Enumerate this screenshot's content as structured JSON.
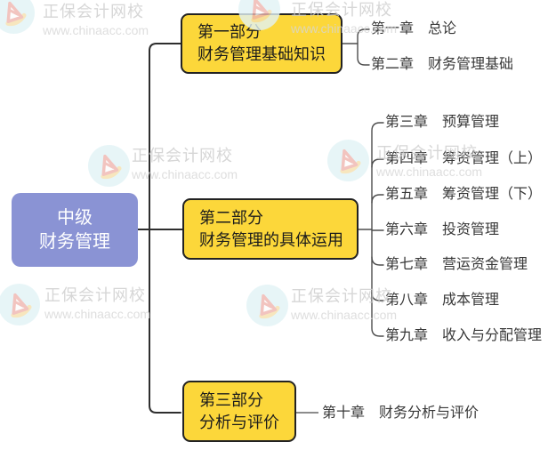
{
  "watermark": {
    "brand": "正保会计网校",
    "url": "www.chinaacc.com",
    "logo_icon": "chinaacc-logo",
    "count": 6
  },
  "root": {
    "line1": "中级",
    "line2": "财务管理"
  },
  "parts": [
    {
      "line1": "第一部分",
      "line2": "财务管理基础知识",
      "chapters": [
        "第一章　总论",
        "第二章　财务管理基础"
      ]
    },
    {
      "line1": "第二部分",
      "line2": "财务管理的具体运用",
      "chapters": [
        "第三章　预算管理",
        "第四章　筹资管理（上）",
        "第五章　筹资管理（下）",
        "第六章　投资管理",
        "第七章　营运资金管理",
        "第八章　成本管理",
        "第九章　收入与分配管理"
      ]
    },
    {
      "line1": "第三部分",
      "line2": "分析与评价",
      "chapters": [
        "第十章　财务分析与评价"
      ]
    }
  ],
  "colors": {
    "root_fill": "#8A93D4",
    "part_fill": "#FCD73A",
    "part_border": "#222222",
    "main_line": "#2E2E2E",
    "bracket_line": "#4D4D4D",
    "leaf_line_gray": "#8C8C8C",
    "watermark_text": "#CDCDCD"
  }
}
